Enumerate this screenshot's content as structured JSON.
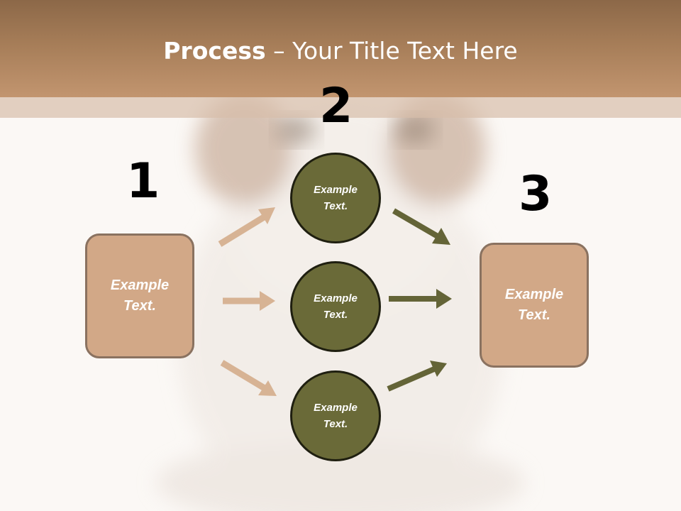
{
  "title": {
    "bold": "Process",
    "rest": " – Your Title Text Here"
  },
  "steps": {
    "one": {
      "number": "1",
      "label": "Example Text."
    },
    "two": {
      "number": "2"
    },
    "three": {
      "number": "3",
      "label": "Example Text."
    }
  },
  "circles": [
    {
      "label": "Example Text."
    },
    {
      "label": "Example Text."
    },
    {
      "label": "Example Text."
    }
  ],
  "colors": {
    "header": "#a67d58",
    "box_fill": "#d2a887",
    "box_border": "#8a7260",
    "circle_fill": "#6a6a38",
    "left_arrows": "#d7b394",
    "right_arrows": "#646437"
  }
}
